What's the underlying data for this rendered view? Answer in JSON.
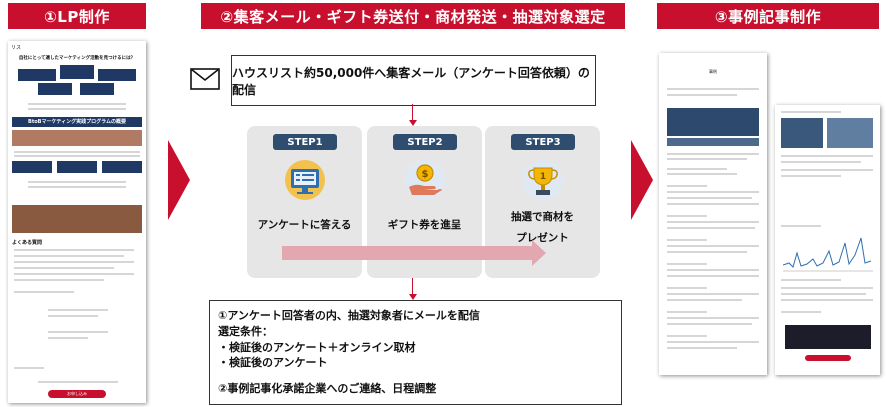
{
  "headers": {
    "lp": "①LP制作",
    "middle": "②集客メール・ギフト券送付・商材発送・抽選対象選定",
    "article": "③事例記事制作"
  },
  "mail_box_text": "ハウスリスト約50,000件へ集客メール（アンケート回答依頼）の配信",
  "steps": [
    {
      "label": "STEP1",
      "text": "アンケートに答える",
      "icon": "survey-monitor-icon"
    },
    {
      "label": "STEP2",
      "text": "ギフト券を進呈",
      "icon": "gift-coin-hand-icon"
    },
    {
      "label": "STEP3",
      "text_line1": "抽選で商材を",
      "text_line2": "プレゼント",
      "icon": "trophy-icon"
    }
  ],
  "bottom_box": {
    "line1": "①アンケート回答者の内、抽選対象者にメールを配信",
    "line2": "選定条件：",
    "line3": "・検証後のアンケート＋オンライン取材",
    "line4": "・検証後のアンケート",
    "line5": "②事例記事化承諾企業へのご連絡、日程調整"
  },
  "lp_thumb": {
    "corner": "リス",
    "q_title": "自社にとって適したマーケティング活動を見つけるには？",
    "program_title": "BtoBマーケティング実践プログラムの概要",
    "faq": "よくある質問",
    "btn": "お申し込み"
  },
  "article_thumb": {
    "heading": "事例"
  },
  "colors": {
    "accent": "#c8102e",
    "navy": "#1f3864",
    "step_label": "#2f4d6e",
    "panel": "#e6e6e6"
  }
}
